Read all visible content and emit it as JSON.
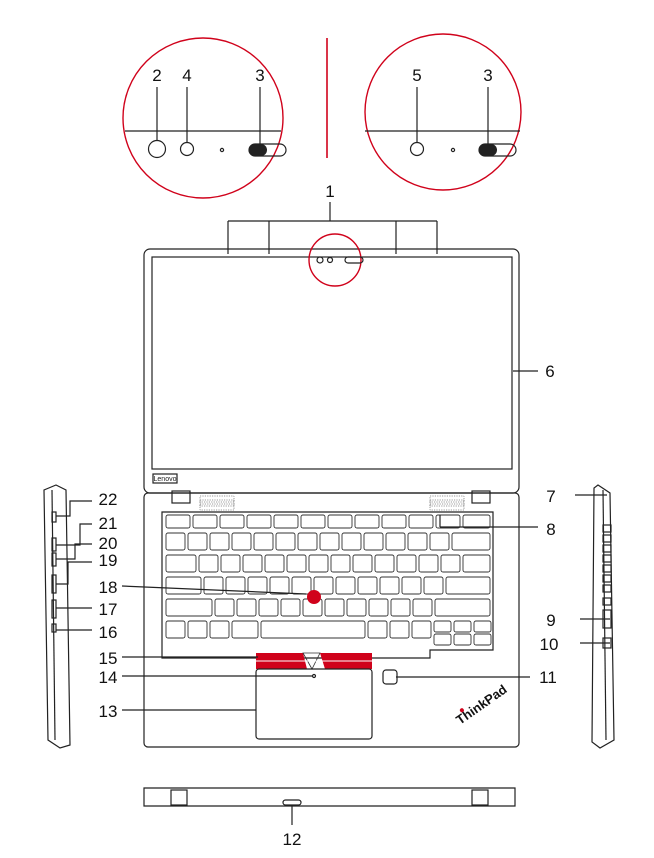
{
  "callouts": {
    "c1": "1",
    "c2": "2",
    "c3": "3",
    "c4": "4",
    "c5": "5",
    "c6": "6",
    "c7": "7",
    "c8": "8",
    "c9": "9",
    "c10": "10",
    "c11": "11",
    "c12": "12",
    "c13": "13",
    "c14": "14",
    "c15": "15",
    "c16": "16",
    "c17": "17",
    "c18": "18",
    "c19": "19",
    "c20": "20",
    "c21": "21",
    "c22": "22"
  },
  "logos": {
    "lenovo": "Lenovo",
    "thinkpad": "ThinkPad"
  },
  "colors": {
    "accent_red": "#d0021b",
    "line": "#222222"
  }
}
